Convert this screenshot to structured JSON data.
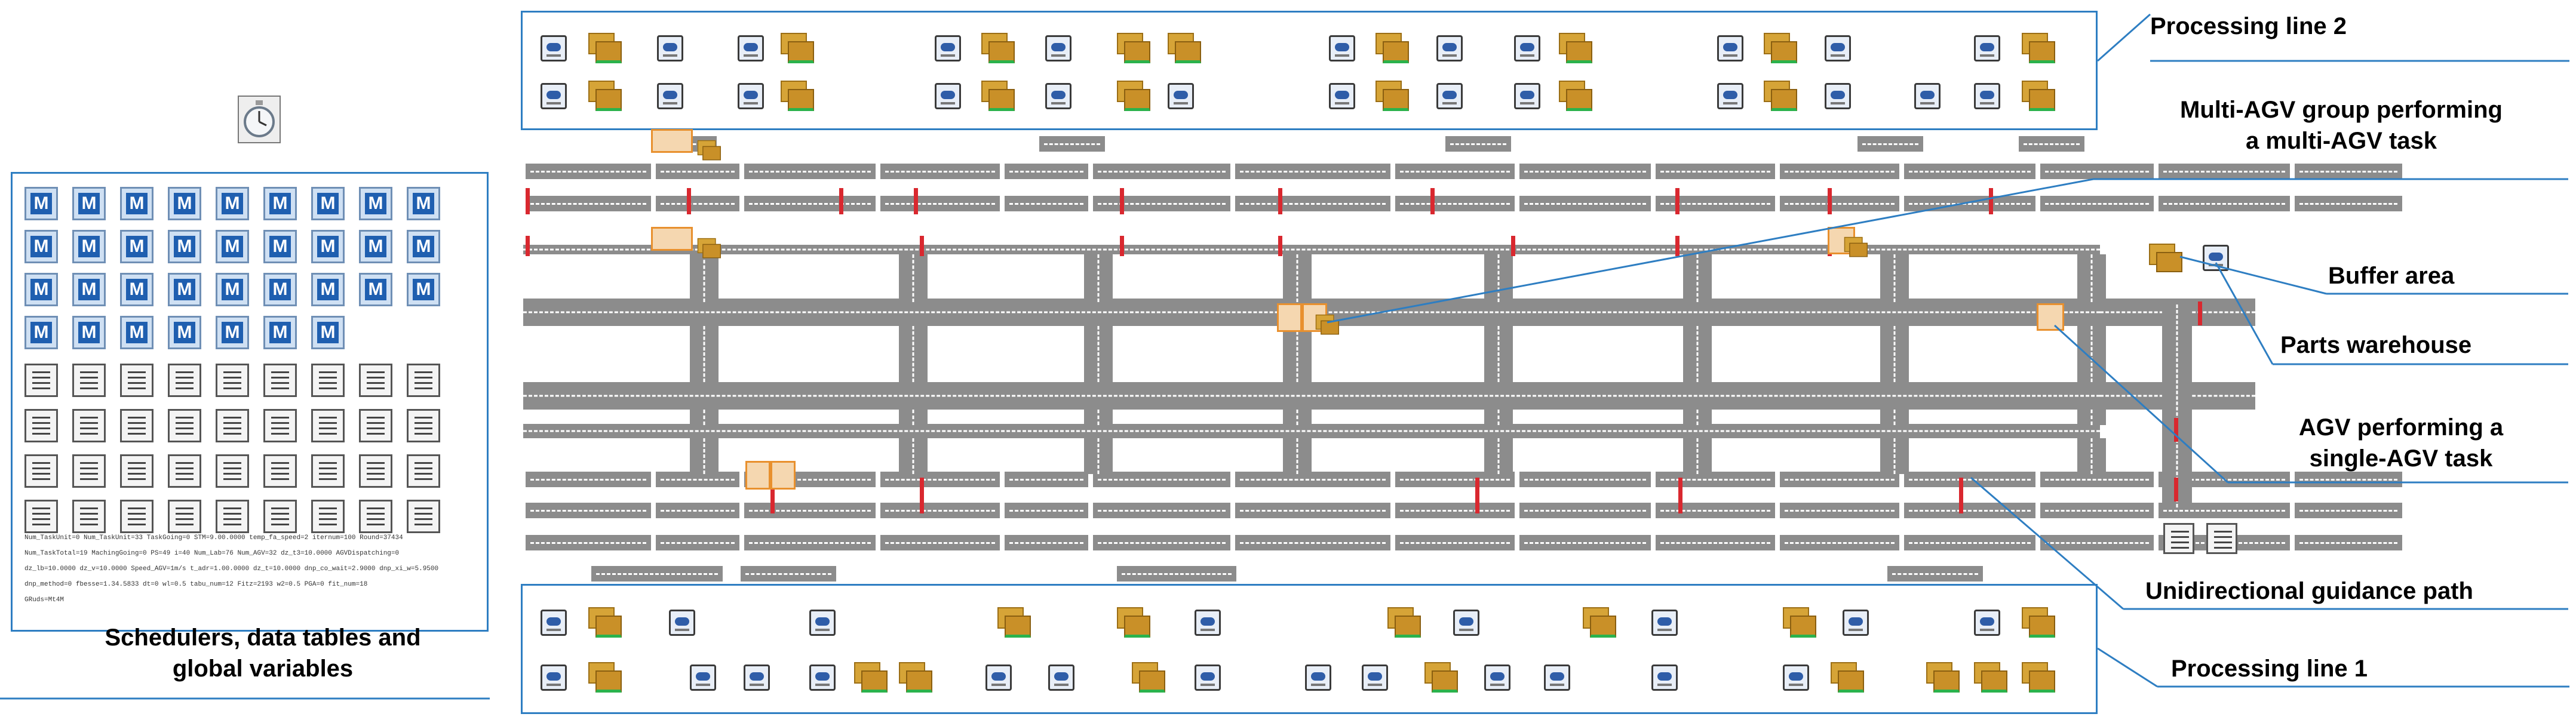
{
  "labels": {
    "processing_line_2": "Processing line 2",
    "multi_agv_group_line1": "Multi-AGV  group performing",
    "multi_agv_group_line2": "a multi-AGV task",
    "buffer_area": "Buffer area",
    "parts_warehouse": "Parts warehouse",
    "agv_single_line1": "AGV performing a",
    "agv_single_line2": "single-AGV task",
    "unidirectional_path": "Unidirectional guidance path",
    "processing_line_1": "Processing line 1",
    "schedulers_line1": "Schedulers, data tables and",
    "schedulers_line2": "global variables"
  },
  "scheduler_icon_letter": "M",
  "variables": [
    "Num_TaskUnit=0   Num_TaskUnit=33   TaskGoing=0   STM=9.00.0000   temp_fa_speed=2   iternum=100   Round=37434",
    "Num_TaskTotal=19 MachingGoing=0   PS=49   i=40   Num_Lab=76   Num_AGV=32 dz_t3=10.0000 AGVDispatching=0",
    "dz_lb=10.0000  dz_v=10.0000   Speed_AGV=1m/s   t_adr=1.00.0000 dz_t=10.0000   dnp_co_wait=2.9000 dnp_xi_w=5.9500",
    "dnp_method=0   fbesse=1.34.5833  dt=0   wl=0.5   tabu_num=12   Fitz=2193   w2=0.5   PGA=0   fit_num=18",
    "GRuds=Mt4M"
  ],
  "colors": {
    "panel_border": "#2e7ec2",
    "road": "#8c8c8c",
    "stop_marker": "#d9282f",
    "agv_highlight": "#e8902e",
    "part": "#d6a437"
  },
  "icons": [
    "stopwatch-icon",
    "scheduler-icon",
    "data-table-icon",
    "machine-icon",
    "part-stack-icon",
    "agv-icon",
    "buffer-icon",
    "warehouse-icon"
  ]
}
